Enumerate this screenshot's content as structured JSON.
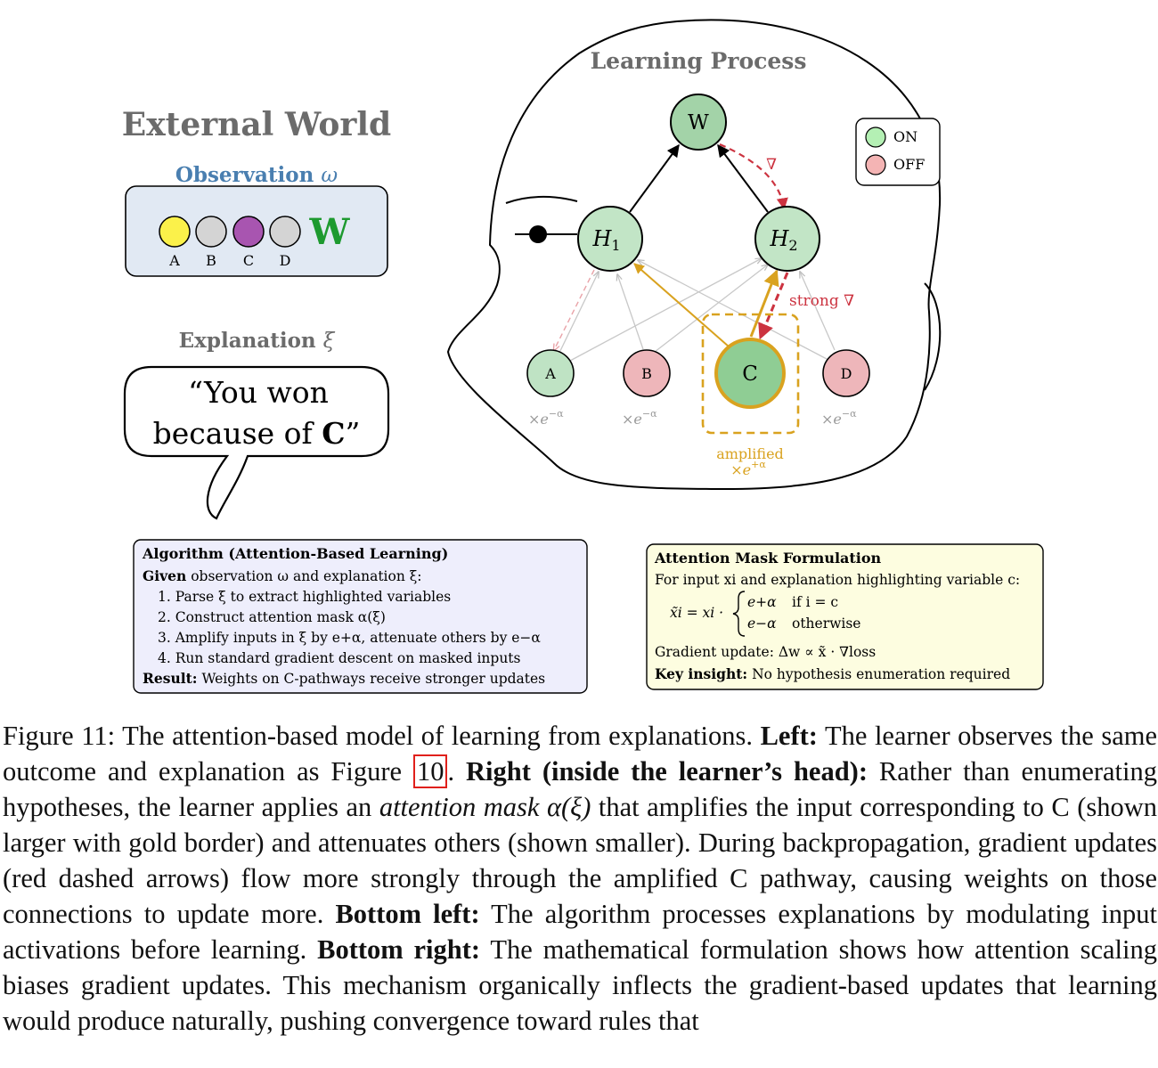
{
  "external_world": {
    "title": "External World",
    "observation_title": "Observation",
    "observation_symbol": "ω",
    "observation_items": [
      {
        "label": "A",
        "color": "#fbf14a"
      },
      {
        "label": "B",
        "color": "#d4d4d4"
      },
      {
        "label": "C",
        "color": "#a855b0"
      },
      {
        "label": "D",
        "color": "#d4d4d4"
      }
    ],
    "outcome": "W",
    "outcome_color": "#1d9a2f",
    "explanation_title": "Explanation",
    "explanation_symbol": "ξ",
    "speech_line1": "“You won",
    "speech_line2_prefix": "because of ",
    "speech_line2_bold": "C",
    "speech_line2_suffix": "”"
  },
  "learning_process": {
    "title": "Learning Process",
    "nodes": {
      "W": "W",
      "H1": "H",
      "H1_sub": "1",
      "H2": "H",
      "H2_sub": "2",
      "A": "A",
      "B": "B",
      "C": "C",
      "D": "D"
    },
    "legend": {
      "on": "ON",
      "off": "OFF",
      "on_color": "#b4f0b4",
      "off_color": "#f4b4b4"
    },
    "gradient_symbol": "∇",
    "strong_gradient_label": "strong ∇",
    "attenuate_label": "×e",
    "attenuate_exp": "−α",
    "amplified_label": "amplified",
    "amplified_factor": "×e",
    "amplified_exp": "+α",
    "colors": {
      "node_on": "#bfe3c4",
      "node_off": "#eeb6ba",
      "node_c": "#8fcd94",
      "gold": "#d9a21f",
      "red": "#cc3340"
    }
  },
  "algorithm": {
    "title": "Algorithm (Attention-Based Learning)",
    "given_label": "Given",
    "given_text": "observation ω and explanation ξ:",
    "steps": [
      "1. Parse ξ to extract highlighted variables",
      "2. Construct attention mask α(ξ)",
      "3. Amplify inputs in ξ by e+α, attenuate others by e−α",
      "4. Run standard gradient descent on masked inputs"
    ],
    "result_label": "Result:",
    "result_text": "Weights on C-pathways receive stronger updates"
  },
  "attention_mask": {
    "title": "Attention Mask Formulation",
    "intro": "For input xi and explanation highlighting variable c:",
    "lhs": "x̃i = xi ·",
    "case1_value": "e+α",
    "case1_condition": "if i = c",
    "case2_value": "e−α",
    "case2_condition": "otherwise",
    "gradient_update": "Gradient update: Δw ∝ x̃ · ∇loss",
    "insight_label": "Key insight:",
    "insight_text": "No hypothesis enumeration required"
  },
  "caption": {
    "figure_label": "Figure 11:",
    "s1": "The attention-based model of learning from explanations.",
    "left_label": "Left:",
    "s2_before_ref": "The learner observes the same outcome and explanation as Figure",
    "ref": "10",
    "s2_after_ref": ".",
    "right_label": "Right (inside the learner’s head):",
    "s3_a": "Rather than enumerating hypotheses, the learner applies an",
    "s3_em": "attention mask α(ξ)",
    "s3_b": "that amplifies the input corresponding to C (shown larger with gold border) and attenuates others (shown smaller). During backpropagation, gradient updates (red dashed arrows) flow more strongly through the amplified C pathway, causing weights on those connections to update more.",
    "bottom_left_label": "Bottom left:",
    "s4": "The algorithm processes explanations by modulating input activations before learning.",
    "bottom_right_label": "Bottom right:",
    "s5": "The mathematical formulation shows how attention scaling biases gradient updates. This mechanism organically inflects the gradient-based updates that learning would produce naturally, pushing convergence toward rules that"
  }
}
